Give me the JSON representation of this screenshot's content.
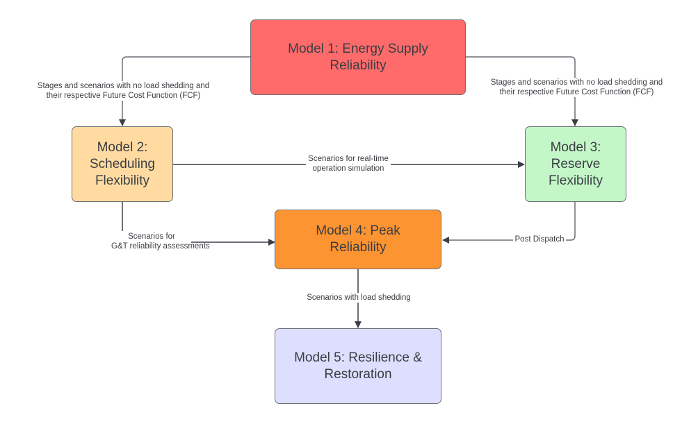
{
  "diagram": {
    "nodes": {
      "m1": {
        "label": "Model 1: Energy Supply Reliability",
        "color": "#ff6b6b"
      },
      "m2": {
        "label": "Model 2: Scheduling Flexibility",
        "color": "#ffdba1"
      },
      "m3": {
        "label": "Model 3: Reserve Flexibility",
        "color": "#c3f7c8"
      },
      "m4": {
        "label": "Model 4: Peak Reliability",
        "color": "#fc9432"
      },
      "m5": {
        "label": "Model 5: Resilience & Restoration",
        "color": "#dedeff"
      }
    },
    "edges": {
      "m1_m2": {
        "line1": "Stages and scenarios with no load shedding and",
        "line2": "their respective Future Cost Function (FCF)"
      },
      "m1_m3": {
        "line1": "Stages and scenarios with no load shedding and",
        "line2": "their respective Future Cost Function (FCF)"
      },
      "m2_m3": {
        "line1": "Scenarios for real-time",
        "line2": "operation simulation"
      },
      "m2_m4": {
        "line1": "Scenarios for",
        "line2": "G&T reliability assessments"
      },
      "m3_m4": {
        "line1": "Post Dispatch"
      },
      "m4_m5": {
        "line1": "Scenarios with load shedding"
      }
    },
    "line_color": "#3a3f47"
  }
}
